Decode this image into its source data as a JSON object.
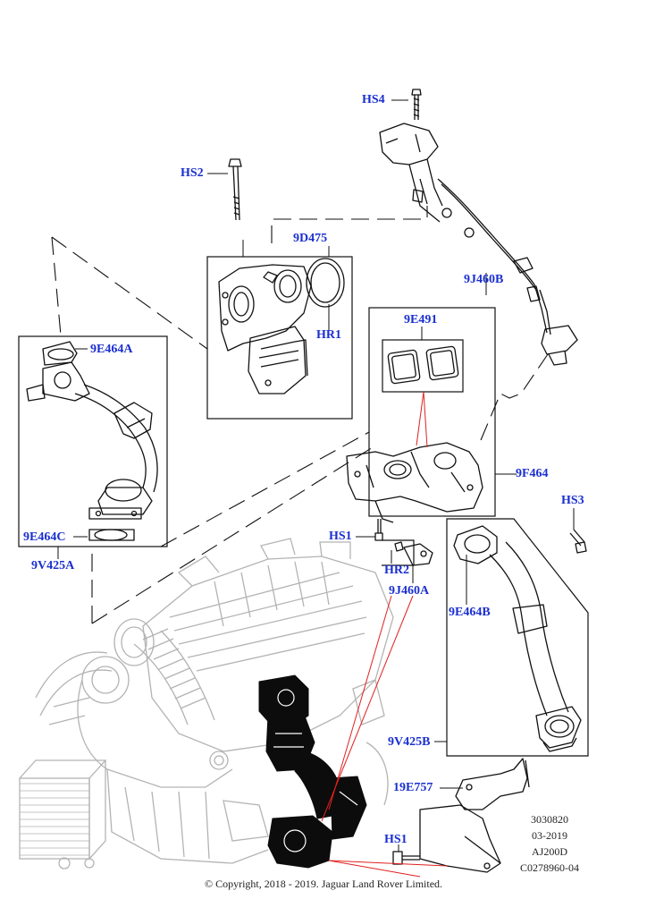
{
  "callouts": {
    "hs4": "HS4",
    "hs2": "HS2",
    "9d475": "9D475",
    "hr1": "HR1",
    "9j460b": "9J460B",
    "9e491": "9E491",
    "9e464a": "9E464A",
    "9f464": "9F464",
    "hs3": "HS3",
    "9e464c": "9E464C",
    "9v425a": "9V425A",
    "hs1_upper": "HS1",
    "hr2": "HR2",
    "9j460a": "9J460A",
    "9e464b": "9E464B",
    "9v425b": "9V425B",
    "19e757": "19E757",
    "hs1_lower": "HS1"
  },
  "reference": {
    "line1": "3030820",
    "line2": "03-2019",
    "line3": "AJ200D",
    "line4": "C0278960-04"
  },
  "copyright": "© Copyright, 2018 - 2019. Jaguar Land Rover Limited.",
  "colors": {
    "callout": "#1a2fd0",
    "leader_red": "#e02020",
    "line": "#111111",
    "engine": "#b0b0b0",
    "highlight": "#0a0a0a"
  }
}
